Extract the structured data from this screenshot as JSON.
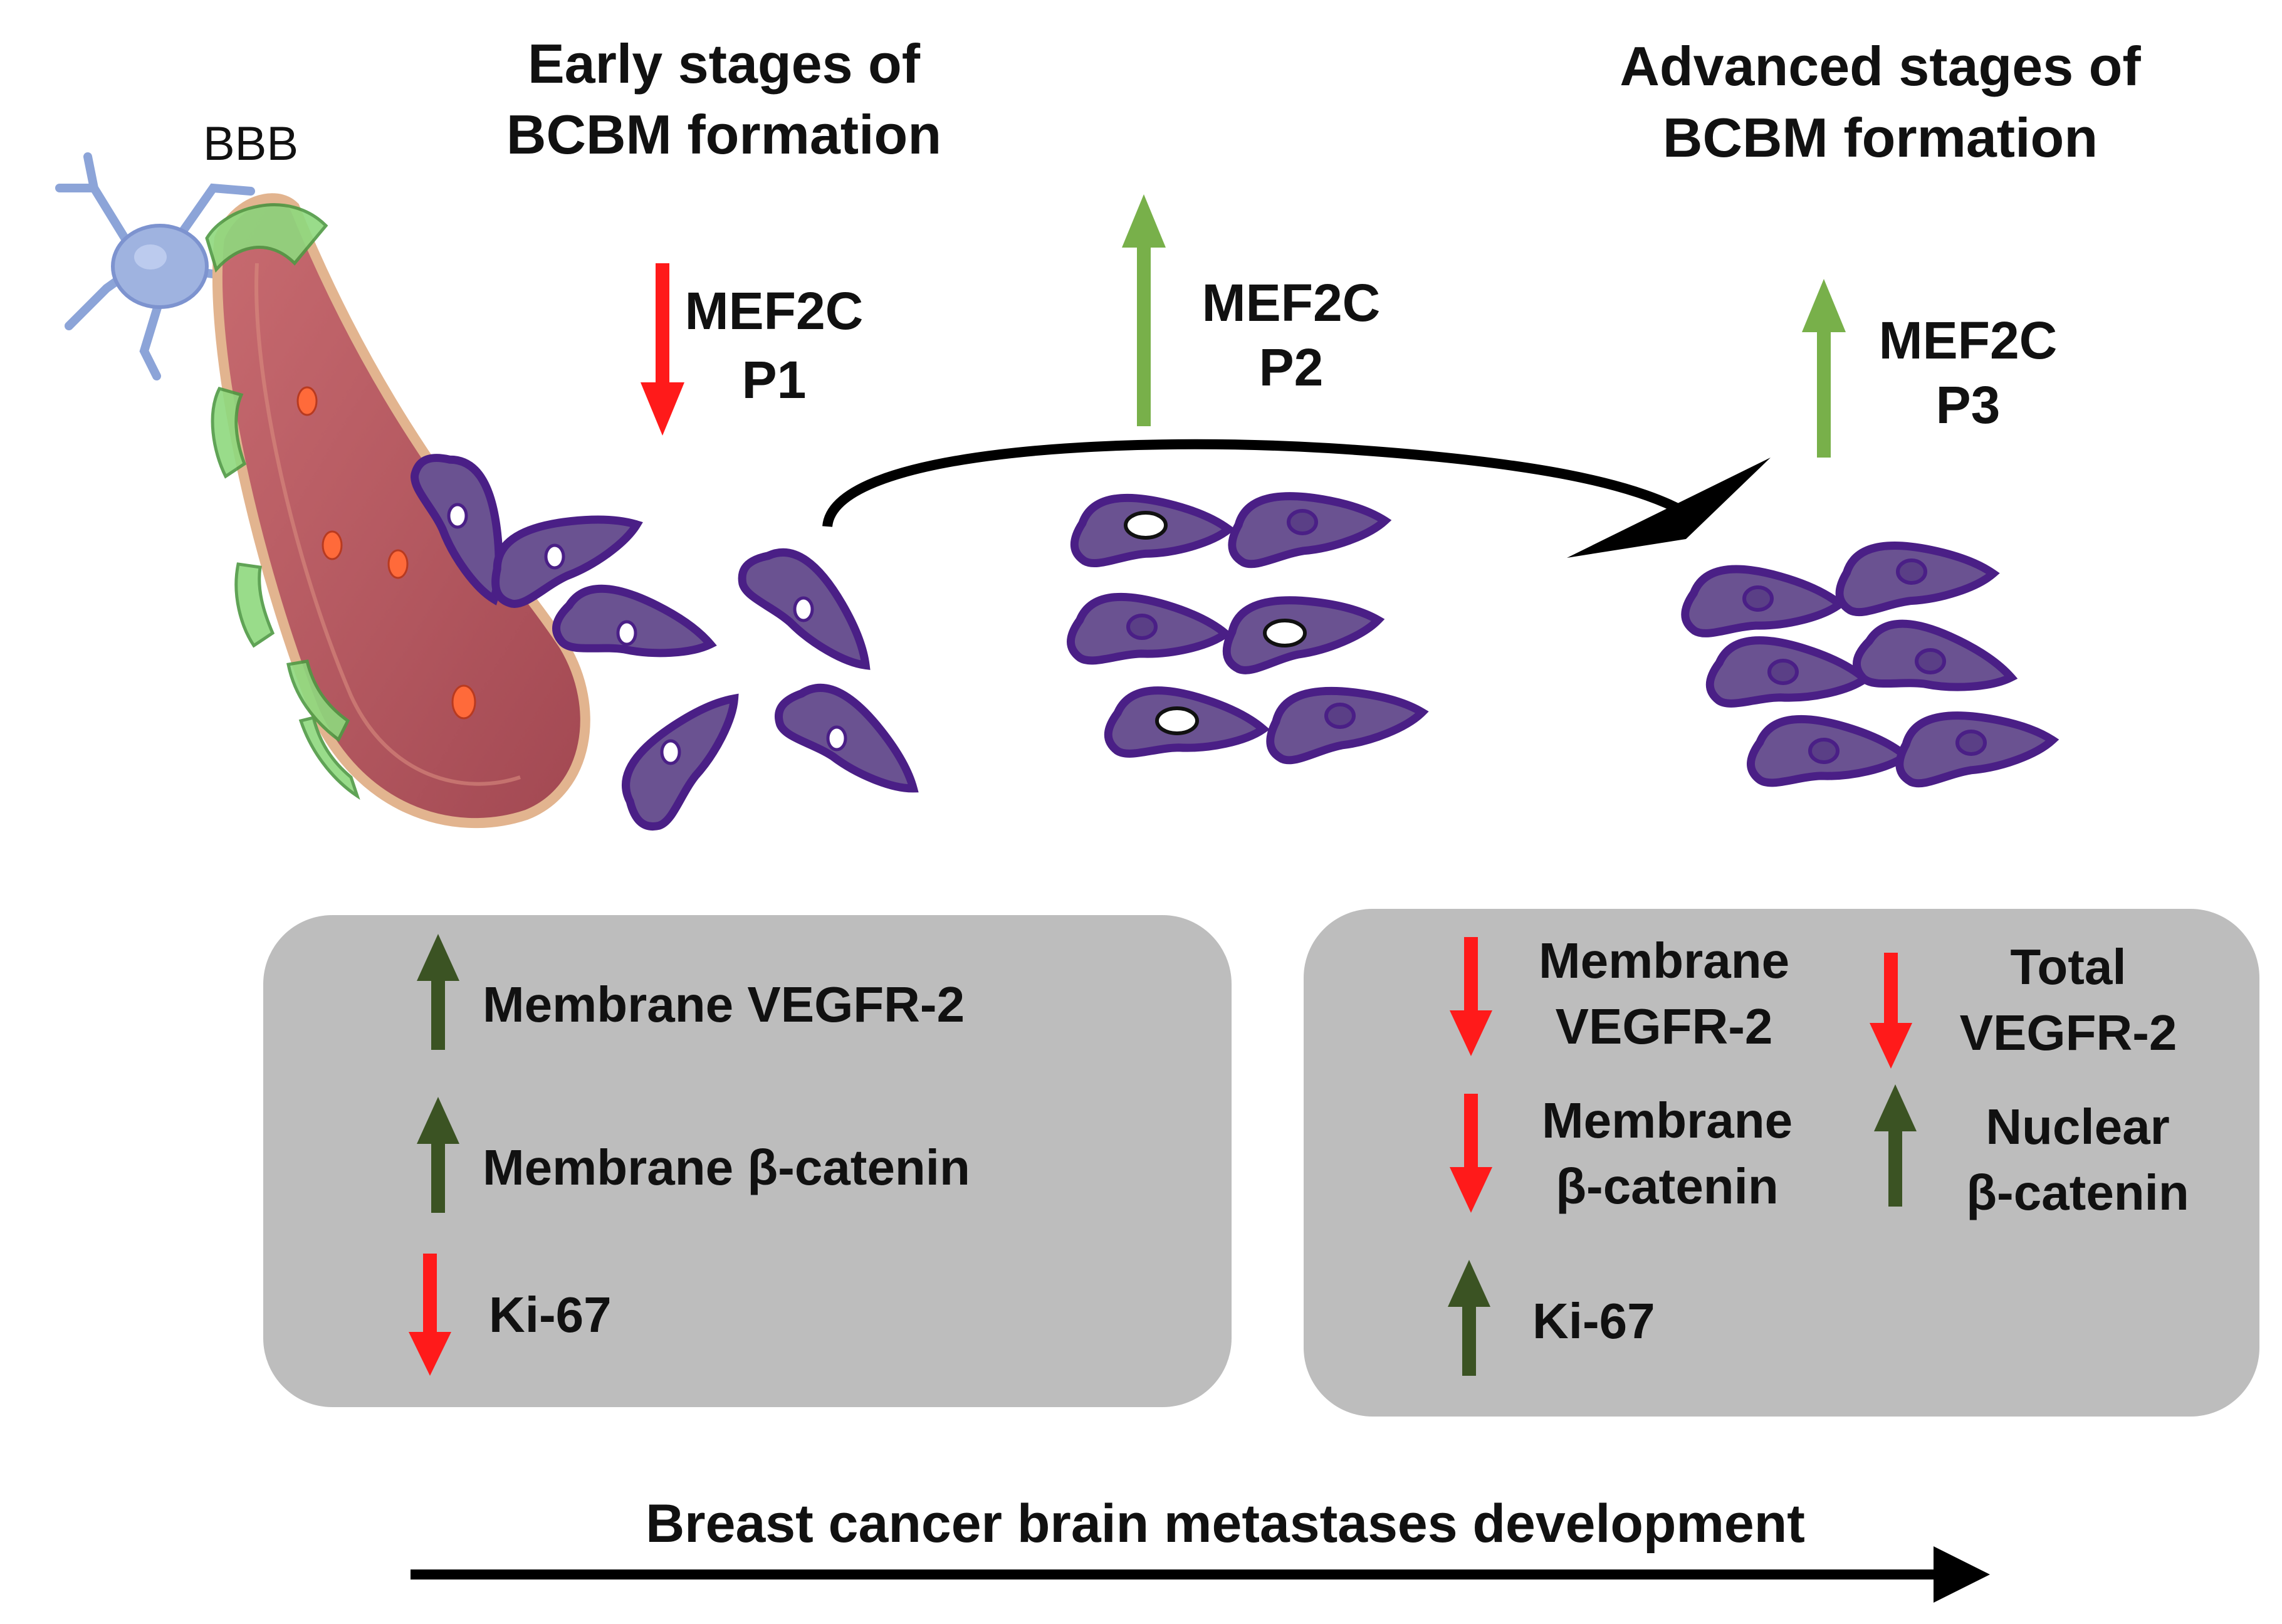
{
  "labels": {
    "bbb": "BBB",
    "early_title": [
      "Early stages of",
      "BCBM formation"
    ],
    "advanced_title": [
      "Advanced stages of",
      "BCBM formation"
    ],
    "bottom_axis": "Breast cancer brain metastases development"
  },
  "phases": [
    {
      "lines": [
        "MEF2C",
        "P1"
      ],
      "direction": "down"
    },
    {
      "lines": [
        "MEF2C",
        "P2"
      ],
      "direction": "up"
    },
    {
      "lines": [
        "MEF2C",
        "P3"
      ],
      "direction": "up"
    }
  ],
  "boxes": {
    "early": [
      {
        "lines": [
          "Membrane VEGFR-2"
        ],
        "direction": "up"
      },
      {
        "lines": [
          "Membrane β-catenin"
        ],
        "direction": "up"
      },
      {
        "lines": [
          "Ki-67"
        ],
        "direction": "down"
      }
    ],
    "advanced": [
      {
        "lines": [
          "Membrane",
          "VEGFR-2"
        ],
        "direction": "down"
      },
      {
        "lines": [
          "Total",
          "VEGFR-2"
        ],
        "direction": "down"
      },
      {
        "lines": [
          "Membrane",
          "β-catenin"
        ],
        "direction": "down"
      },
      {
        "lines": [
          "Nuclear",
          "β-catenin"
        ],
        "direction": "up"
      },
      {
        "lines": [
          "Ki-67"
        ],
        "direction": "up"
      }
    ]
  },
  "colors": {
    "red_arrow": "#ff1a1a",
    "light_green_arrow": "#78b04a",
    "dark_green_arrow": "#3b5323",
    "cell_fill": "#6a5291",
    "cell_stroke": "#4a1f86",
    "box_fill": "#bdbdbd",
    "vessel": "#b3545e",
    "endothelium": "#8ed97e",
    "astrocyte": "#8ca4d8"
  }
}
